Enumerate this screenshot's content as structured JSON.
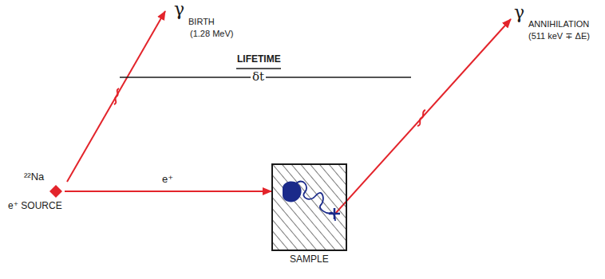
{
  "diagram": {
    "nodes": [
      {
        "text": [
          "²²Na",
          "e⁺ SOURCE"
        ]
      },
      {
        "text": [
          "SAMPLE"
        ]
      }
    ],
    "edges": [
      {
        "from": 0,
        "to": 1,
        "arrow": "to",
        "label": "e⁺"
      }
    ],
    "labels": [
      "γ",
      "BIRTH",
      "(1.28 MeV)",
      "LIFETIME",
      "δt",
      "γ",
      "ANNIHILATION",
      "(511 keV ∓ ΔE)"
    ]
  }
}
